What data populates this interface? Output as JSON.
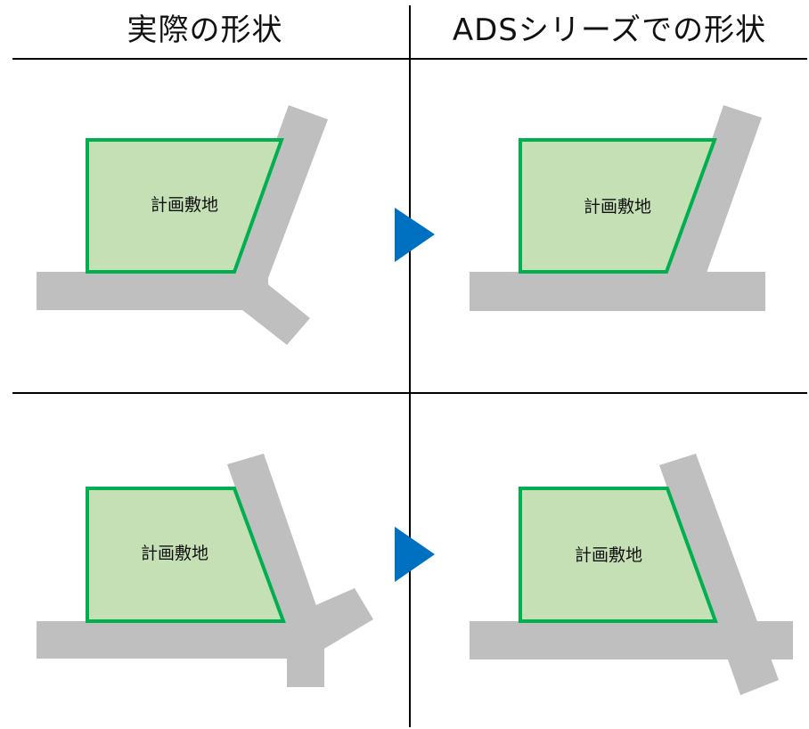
{
  "headers": {
    "actual": "実際の形状",
    "ads": "ADSシリーズでの形状"
  },
  "plot_label": "計画敷地",
  "colors": {
    "road": "#bfbfbf",
    "plot_fill": "#c5e0b4",
    "plot_border": "#00b050",
    "arrow": "#0070c0",
    "grid_line": "#000000"
  },
  "icons": {
    "arrow": "triangle-right-icon"
  }
}
